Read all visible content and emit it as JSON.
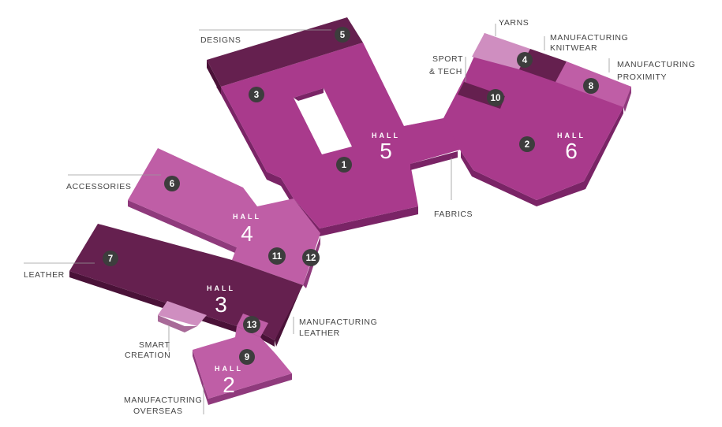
{
  "colors": {
    "hall_main": "#a93a8c",
    "hall_main_side": "#7a2466",
    "hall_light": "#bf5ea6",
    "hall_light_side": "#8f3a7c",
    "zone_dark": "#65204f",
    "zone_dark_side": "#4a1238",
    "zone_pale": "#cf8ec0",
    "zone_pale_side": "#a86a98",
    "marker": "#3d3d3d",
    "label": "#444444"
  },
  "halls": [
    {
      "id": "hall2",
      "word": "HALL",
      "number": "2"
    },
    {
      "id": "hall3",
      "word": "HALL",
      "number": "3"
    },
    {
      "id": "hall4",
      "word": "HALL",
      "number": "4"
    },
    {
      "id": "hall5",
      "word": "HALL",
      "number": "5"
    },
    {
      "id": "hall6",
      "word": "HALL",
      "number": "6"
    }
  ],
  "markers": [
    "1",
    "2",
    "3",
    "4",
    "5",
    "6",
    "7",
    "8",
    "9",
    "10",
    "11",
    "12",
    "13"
  ],
  "labels": {
    "designs": "DESIGNS",
    "yarns": "YARNS",
    "manufacturing_knitwear_1": "MANUFACTURING",
    "manufacturing_knitwear_2": "KNITWEAR",
    "sport_tech_1": "SPORT",
    "sport_tech_2": "& TECH",
    "manufacturing_proximity_1": "MANUFACTURING",
    "manufacturing_proximity_2": "PROXIMITY",
    "accessories": "ACCESSORIES",
    "fabrics": "FABRICS",
    "leather": "LEATHER",
    "manufacturing_leather_1": "MANUFACTURING",
    "manufacturing_leather_2": "LEATHER",
    "smart_creation_1": "SMART",
    "smart_creation_2": "CREATION",
    "manufacturing_overseas_1": "MANUFACTURING",
    "manufacturing_overseas_2": "OVERSEAS"
  }
}
